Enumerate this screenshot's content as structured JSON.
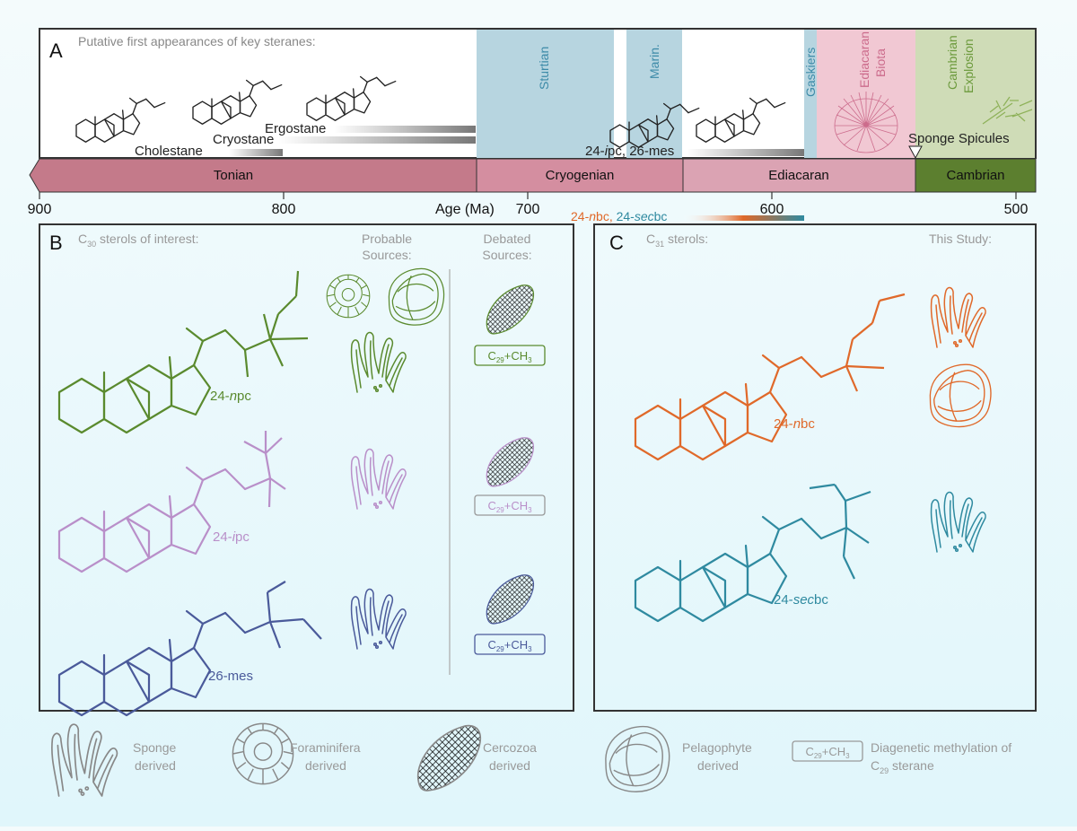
{
  "panel_a": {
    "letter": "A",
    "heading": "Putative first appearances of key steranes:",
    "cholestane": "Cholestane",
    "cryostane": "Cryostane",
    "ergostane": "Ergostane",
    "ipc_mes_pre": "24-",
    "ipc_mes_italic": "i",
    "ipc_mes_post": "pc, 26-mes",
    "sponge_spicules": "Sponge Spicules",
    "nbc_pre": "24-",
    "nbc_italic": "n",
    "nbc_post": "bc,",
    "secbc_pre": " 24-",
    "secbc_italic": "sec",
    "secbc_post": "bc",
    "events": {
      "sturtian": "Sturtian",
      "marinoan": "Marin.",
      "gaskiers": "Gaskiers",
      "ediacaran_biota_1": "Ediacaran",
      "ediacaran_biota_2": "Biota",
      "cambrian_explosion_1": "Cambrian",
      "cambrian_explosion_2": "Explosion"
    },
    "periods": [
      "Tonian",
      "Cryogenian",
      "Ediacaran",
      "Cambrian"
    ],
    "axis_label": "Age (Ma)",
    "ticks": [
      "900",
      "800",
      "700",
      "600",
      "500"
    ]
  },
  "panel_b": {
    "letter": "B",
    "heading_c": "C",
    "heading_sub": "30",
    "heading_rest": " sterols of interest:",
    "probable_1": "Probable",
    "probable_2": "Sources:",
    "debated_1": "Debated",
    "debated_2": "Sources:",
    "npc_pre": "24-",
    "npc_italic": "n",
    "npc_post": "pc",
    "ipc_pre": "24-",
    "ipc_italic": "i",
    "ipc_post": "pc",
    "mes": "26-mes"
  },
  "panel_c": {
    "letter": "C",
    "heading_c": "C",
    "heading_sub": "31",
    "heading_rest": " sterols:",
    "this_study": "This Study:",
    "nbc_pre": "24-",
    "nbc_italic": "n",
    "nbc_post": "bc",
    "secbc_pre": "24-",
    "secbc_italic": "sec",
    "secbc_post": "bc"
  },
  "box_label": {
    "c": "C",
    "sub29": "29",
    "rest": "+CH",
    "sub3": "3"
  },
  "legend": {
    "sponge_1": "Sponge",
    "sponge_2": "derived",
    "foram_1": "Foraminifera",
    "foram_2": "derived",
    "cercozoa_1": "Cercozoa",
    "cercozoa_2": "derived",
    "pelago_1": "Pelagophyte",
    "pelago_2": "derived",
    "diag_1": "Diagenetic methylation of",
    "diag_c": "C",
    "diag_sub": "29",
    "diag_rest": " sterane"
  },
  "colors": {
    "npc": "#5a8a2e",
    "ipc": "#b98fc9",
    "mes": "#4a5a9a",
    "nbc": "#e0692a",
    "secbc": "#2f8aa0",
    "tonian": "#c47a8a",
    "cryogenian": "#d48ea0",
    "ediacaran": "#dba3b3",
    "cambrian": "#5c7f2f",
    "glacial": "#b7d5e0",
    "biota": "#f1c8d3",
    "explosion": "#cfdcb7"
  }
}
